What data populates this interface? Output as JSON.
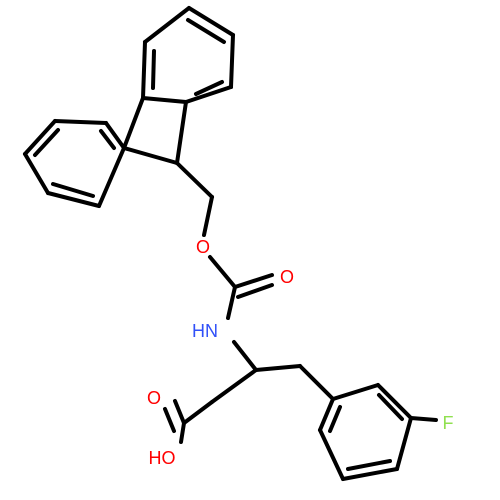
{
  "molecule": {
    "atoms": {
      "oxygen_ether": "O",
      "oxygen_carbonyl_upper": "O",
      "nitrogen": "HN",
      "oxygen_carbonyl_lower": "O",
      "hydroxyl": "HO",
      "fluorine": "F"
    },
    "colors": {
      "bond": "#000000",
      "oxygen": "#ff0000",
      "nitrogen": "#3050f8",
      "fluorine": "#90e050"
    }
  }
}
